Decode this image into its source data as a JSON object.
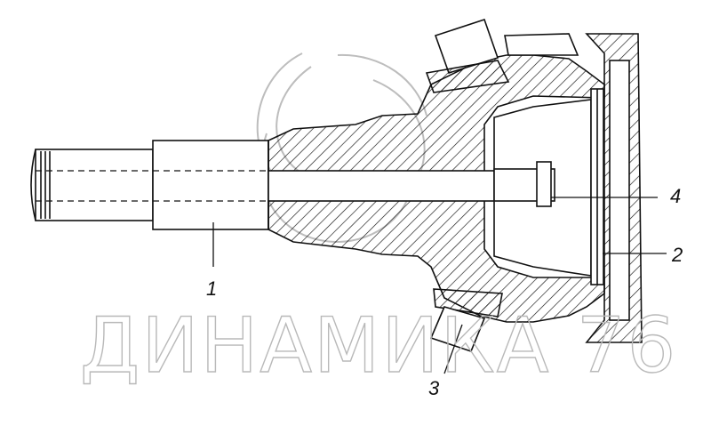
{
  "diagram": {
    "callouts": [
      {
        "id": "1",
        "text": "1"
      },
      {
        "id": "2",
        "text": "2"
      },
      {
        "id": "3",
        "text": "3"
      },
      {
        "id": "4",
        "text": "4"
      }
    ]
  },
  "watermark": {
    "text": "ДИНАМИКА 76"
  },
  "colors": {
    "line": "#111111",
    "watermark": "#b9b9b9",
    "background": "#ffffff"
  }
}
